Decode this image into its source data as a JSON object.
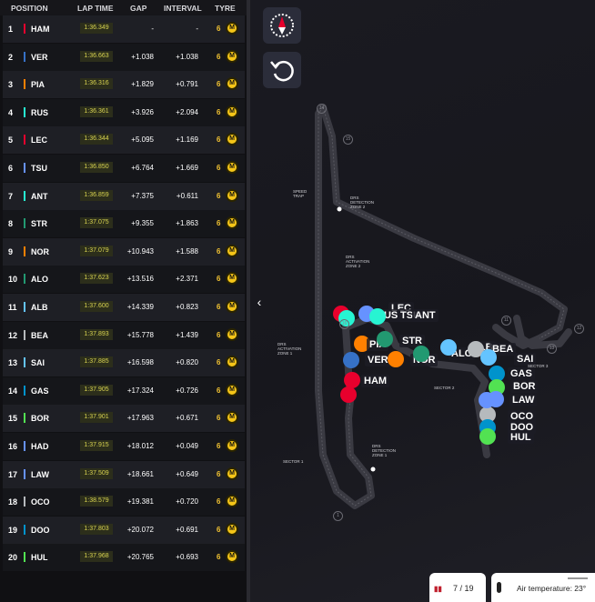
{
  "timing": {
    "headers": {
      "position": "POSITION",
      "lap_time": "LAP TIME",
      "gap": "GAP",
      "interval": "INTERVAL",
      "tyre": "TYRE"
    },
    "rows": [
      {
        "pos": "1",
        "code": "HAM",
        "color": "#e8002d",
        "lap": "1:36.349",
        "gap": "-",
        "int": "-",
        "tyre_laps": "6",
        "tyre": "M"
      },
      {
        "pos": "2",
        "code": "VER",
        "color": "#3671c6",
        "lap": "1:36.663",
        "gap": "+1.038",
        "int": "+1.038",
        "tyre_laps": "6",
        "tyre": "M"
      },
      {
        "pos": "3",
        "code": "PIA",
        "color": "#ff8000",
        "lap": "1:36.316",
        "gap": "+1.829",
        "int": "+0.791",
        "tyre_laps": "6",
        "tyre": "M"
      },
      {
        "pos": "4",
        "code": "RUS",
        "color": "#27f4d2",
        "lap": "1:36.361",
        "gap": "+3.926",
        "int": "+2.094",
        "tyre_laps": "6",
        "tyre": "M"
      },
      {
        "pos": "5",
        "code": "LEC",
        "color": "#e8002d",
        "lap": "1:36.344",
        "gap": "+5.095",
        "int": "+1.169",
        "tyre_laps": "6",
        "tyre": "M"
      },
      {
        "pos": "6",
        "code": "TSU",
        "color": "#6692ff",
        "lap": "1:36.850",
        "gap": "+6.764",
        "int": "+1.669",
        "tyre_laps": "6",
        "tyre": "M"
      },
      {
        "pos": "7",
        "code": "ANT",
        "color": "#27f4d2",
        "lap": "1:36.859",
        "gap": "+7.375",
        "int": "+0.611",
        "tyre_laps": "6",
        "tyre": "M"
      },
      {
        "pos": "8",
        "code": "STR",
        "color": "#229971",
        "lap": "1:37.075",
        "gap": "+9.355",
        "int": "+1.863",
        "tyre_laps": "6",
        "tyre": "M"
      },
      {
        "pos": "9",
        "code": "NOR",
        "color": "#ff8000",
        "lap": "1:37.079",
        "gap": "+10.943",
        "int": "+1.588",
        "tyre_laps": "6",
        "tyre": "M"
      },
      {
        "pos": "10",
        "code": "ALO",
        "color": "#229971",
        "lap": "1:37.623",
        "gap": "+13.516",
        "int": "+2.371",
        "tyre_laps": "6",
        "tyre": "M"
      },
      {
        "pos": "11",
        "code": "ALB",
        "color": "#64c4ff",
        "lap": "1:37.600",
        "gap": "+14.339",
        "int": "+0.823",
        "tyre_laps": "6",
        "tyre": "M"
      },
      {
        "pos": "12",
        "code": "BEA",
        "color": "#b6babd",
        "lap": "1:37.893",
        "gap": "+15.778",
        "int": "+1.439",
        "tyre_laps": "6",
        "tyre": "M"
      },
      {
        "pos": "13",
        "code": "SAI",
        "color": "#64c4ff",
        "lap": "1:37.885",
        "gap": "+16.598",
        "int": "+0.820",
        "tyre_laps": "6",
        "tyre": "M"
      },
      {
        "pos": "14",
        "code": "GAS",
        "color": "#0093cc",
        "lap": "1:37.905",
        "gap": "+17.324",
        "int": "+0.726",
        "tyre_laps": "6",
        "tyre": "M"
      },
      {
        "pos": "15",
        "code": "BOR",
        "color": "#52e252",
        "lap": "1:37.901",
        "gap": "+17.963",
        "int": "+0.671",
        "tyre_laps": "6",
        "tyre": "M"
      },
      {
        "pos": "16",
        "code": "HAD",
        "color": "#6692ff",
        "lap": "1:37.915",
        "gap": "+18.012",
        "int": "+0.049",
        "tyre_laps": "6",
        "tyre": "M"
      },
      {
        "pos": "17",
        "code": "LAW",
        "color": "#6692ff",
        "lap": "1:37.509",
        "gap": "+18.661",
        "int": "+0.649",
        "tyre_laps": "6",
        "tyre": "M"
      },
      {
        "pos": "18",
        "code": "OCO",
        "color": "#b6babd",
        "lap": "1:38.579",
        "gap": "+19.381",
        "int": "+0.720",
        "tyre_laps": "6",
        "tyre": "M"
      },
      {
        "pos": "19",
        "code": "DOO",
        "color": "#0093cc",
        "lap": "1:37.803",
        "gap": "+20.072",
        "int": "+0.691",
        "tyre_laps": "6",
        "tyre": "M"
      },
      {
        "pos": "20",
        "code": "HUL",
        "color": "#52e252",
        "lap": "1:37.968",
        "gap": "+20.765",
        "int": "+0.693",
        "tyre_laps": "6",
        "tyre": "M"
      }
    ]
  },
  "controls": {
    "compass_icon": "compass-icon",
    "reset_icon": "rotate-ccw-icon",
    "collapse_icon": "chevron-left-icon"
  },
  "map": {
    "annotations": {
      "speed_trap": "SPEED TRAP",
      "drs_det_2": "DRS DETECTION ZONE 2",
      "drs_act_2": "DRS ACTIVATION ZONE 2",
      "drs_act_1": "DRS ACTIVATION ZONE 1",
      "drs_det_1": "DRS DETECTION ZONE 1",
      "sector_1": "SECTOR 1",
      "sector_2": "SECTOR 2",
      "sector_3": "SECTOR 3"
    },
    "turns": [
      "14",
      "15",
      "16",
      "11",
      "12",
      "13",
      "1"
    ],
    "cars": [
      {
        "code": "LEC",
        "color": "#e8002d"
      },
      {
        "code": "TSU",
        "color": "#6692ff"
      },
      {
        "code": "RUS",
        "color": "#27f4d2"
      },
      {
        "code": "ANT",
        "color": "#27f4d2"
      },
      {
        "code": "PIA",
        "color": "#ff8000"
      },
      {
        "code": "STR",
        "color": "#229971"
      },
      {
        "code": "VER",
        "color": "#3671c6"
      },
      {
        "code": "NOR",
        "color": "#ff8000"
      },
      {
        "code": "ALO",
        "color": "#229971"
      },
      {
        "code": "ALB",
        "color": "#64c4ff"
      },
      {
        "code": "BEA",
        "color": "#b6babd"
      },
      {
        "code": "SAI",
        "color": "#64c4ff"
      },
      {
        "code": "GAS",
        "color": "#0093cc"
      },
      {
        "code": "BOR",
        "color": "#52e252"
      },
      {
        "code": "LAW",
        "color": "#6692ff"
      },
      {
        "code": "OCO",
        "color": "#b6babd"
      },
      {
        "code": "DOO",
        "color": "#0093cc"
      },
      {
        "code": "HUL",
        "color": "#52e252"
      },
      {
        "code": "HAM",
        "color": "#e8002d"
      },
      {
        "code": "HAD",
        "color": "#6692ff"
      }
    ]
  },
  "status": {
    "lap": "7 / 19",
    "flag_icon": "flag-icon",
    "air_label": "Air temperature: 23°",
    "thermometer_icon": "thermometer-icon"
  }
}
